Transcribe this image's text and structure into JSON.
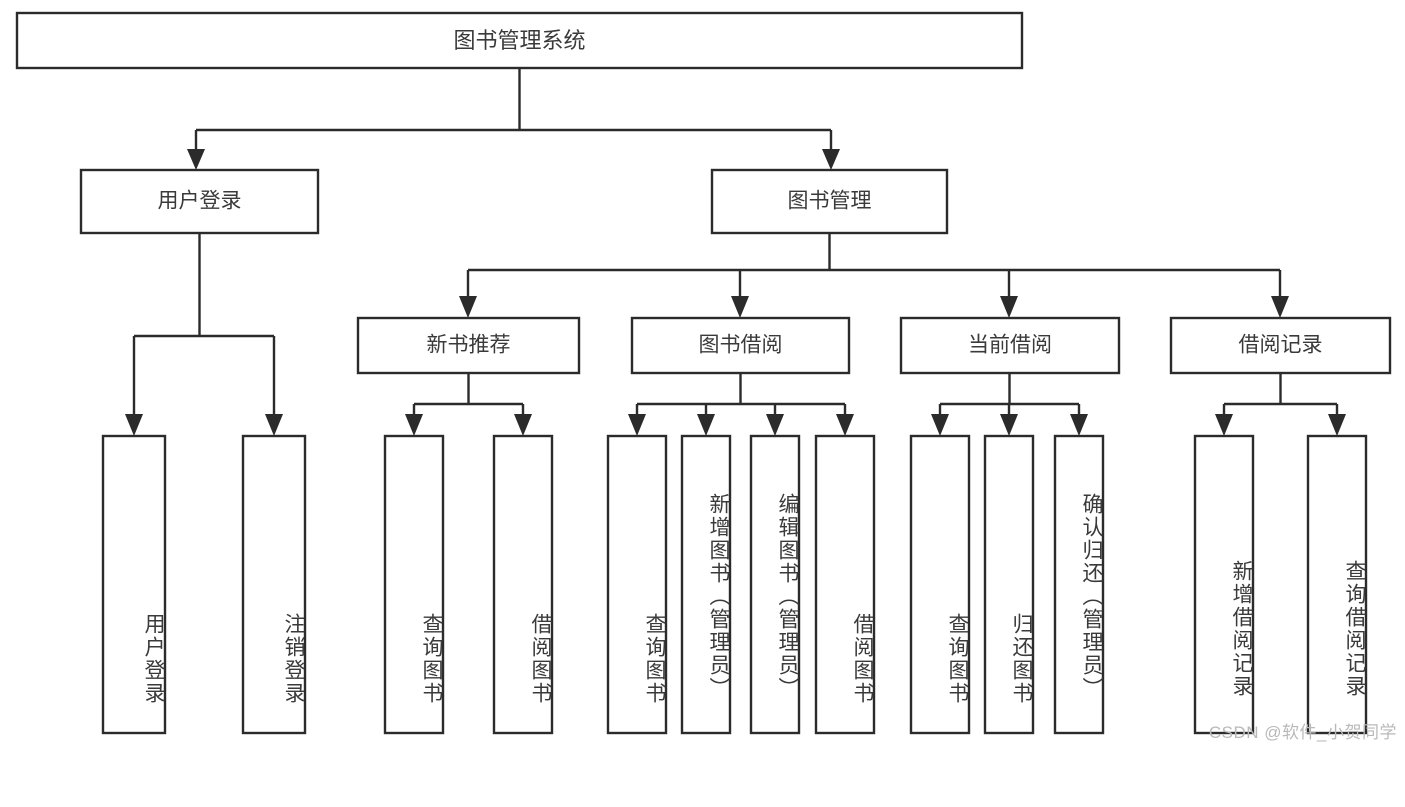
{
  "diagram": {
    "type": "tree",
    "title": "图书管理系统",
    "root": {
      "id": "root",
      "label": "图书管理系统",
      "orientation": "horizontal"
    },
    "level2": [
      {
        "id": "user-login",
        "label": "用户登录",
        "orientation": "horizontal"
      },
      {
        "id": "book-manage",
        "label": "图书管理",
        "orientation": "horizontal"
      }
    ],
    "level3": [
      {
        "id": "new-book-recommend",
        "label": "新书推荐",
        "orientation": "horizontal",
        "parent": "book-manage"
      },
      {
        "id": "book-borrow",
        "label": "图书借阅",
        "orientation": "horizontal",
        "parent": "book-manage"
      },
      {
        "id": "current-borrow",
        "label": "当前借阅",
        "orientation": "horizontal",
        "parent": "book-manage"
      },
      {
        "id": "borrow-record",
        "label": "借阅记录",
        "orientation": "horizontal",
        "parent": "book-manage"
      }
    ],
    "leaves": [
      {
        "id": "leaf-user-login",
        "label": "用户登录",
        "parent": "user-login",
        "orientation": "vertical"
      },
      {
        "id": "leaf-user-logout",
        "label": "注销登录",
        "parent": "user-login",
        "orientation": "vertical"
      },
      {
        "id": "leaf-query-book-1",
        "label": "查询图书",
        "parent": "new-book-recommend",
        "orientation": "vertical"
      },
      {
        "id": "leaf-borrow-book-1",
        "label": "借阅图书",
        "parent": "new-book-recommend",
        "orientation": "vertical"
      },
      {
        "id": "leaf-query-book-2",
        "label": "查询图书",
        "parent": "book-borrow",
        "orientation": "vertical"
      },
      {
        "id": "leaf-add-book",
        "label": "新增图书（管理员）",
        "parent": "book-borrow",
        "orientation": "vertical"
      },
      {
        "id": "leaf-edit-book",
        "label": "编辑图书（管理员）",
        "parent": "book-borrow",
        "orientation": "vertical"
      },
      {
        "id": "leaf-borrow-book-2",
        "label": "借阅图书",
        "parent": "book-borrow",
        "orientation": "vertical"
      },
      {
        "id": "leaf-query-book-3",
        "label": "查询图书",
        "parent": "current-borrow",
        "orientation": "vertical"
      },
      {
        "id": "leaf-return-book",
        "label": "归还图书",
        "parent": "current-borrow",
        "orientation": "vertical"
      },
      {
        "id": "leaf-confirm-return",
        "label": "确认归还（管理员）",
        "parent": "current-borrow",
        "orientation": "vertical"
      },
      {
        "id": "leaf-add-record",
        "label": "新增借阅记录",
        "parent": "borrow-record",
        "orientation": "vertical"
      },
      {
        "id": "leaf-query-record",
        "label": "查询借阅记录",
        "parent": "borrow-record",
        "orientation": "vertical"
      }
    ]
  },
  "colors": {
    "background": "#ffffff",
    "box_fill": "#ffffff",
    "box_stroke": "#2b2b2b",
    "text": "#3a3a3a",
    "connector": "#2b2b2b",
    "watermark": "#b9b9b9"
  },
  "watermark": {
    "text": "CSDN @软件_小贺同学"
  }
}
